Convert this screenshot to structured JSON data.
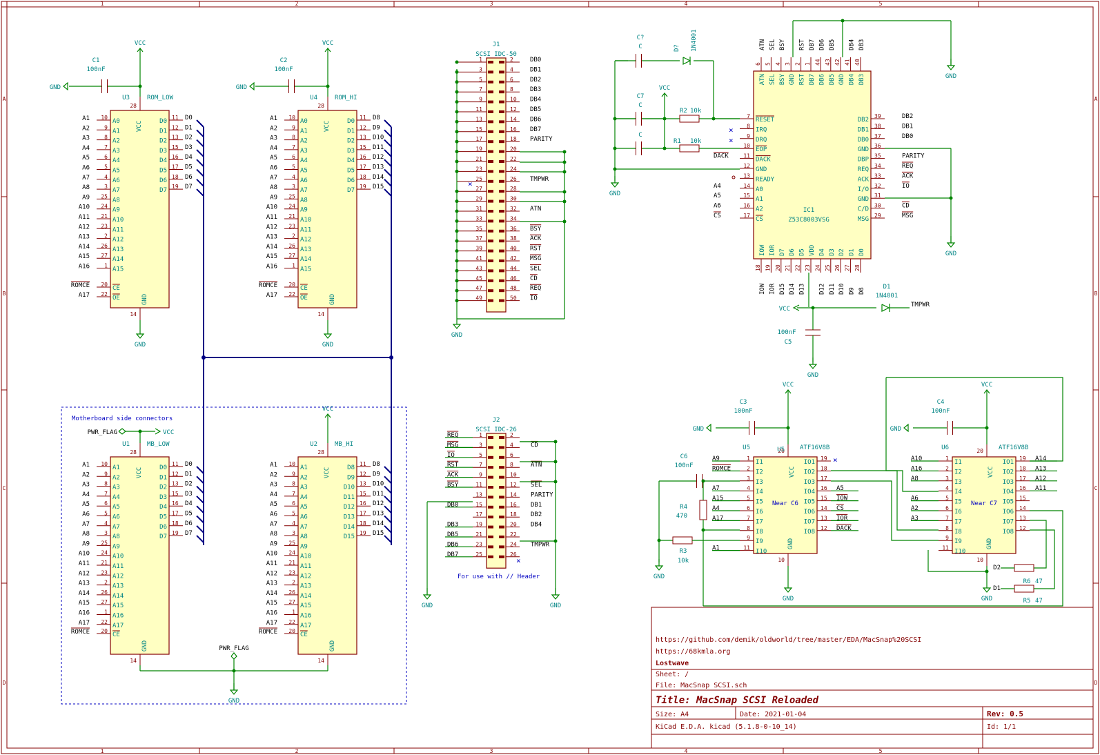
{
  "frame": {
    "cols": [
      "1",
      "2",
      "3",
      "4",
      "5"
    ],
    "rows": [
      "A",
      "B",
      "C",
      "D"
    ]
  },
  "u3": {
    "ref": "U3",
    "value": "ROM_LOW",
    "pins_in": [
      "A0",
      "A1",
      "A2",
      "A3",
      "A4",
      "A5",
      "A6",
      "A7",
      "A8",
      "A9",
      "A10",
      "A11",
      "A12",
      "A13",
      "A14",
      "A15"
    ],
    "pinnums_in": [
      "10",
      "9",
      "8",
      "7",
      "6",
      "5",
      "4",
      "3",
      "25",
      "24",
      "21",
      "23",
      "2",
      "26",
      "27",
      "1"
    ],
    "nets_in": [
      "A1",
      "A2",
      "A3",
      "A4",
      "A5",
      "A6",
      "A7",
      "A8",
      "A9",
      "A10",
      "A11",
      "A12",
      "A13",
      "A14",
      "A15",
      "A16"
    ],
    "pins_out": [
      "D0",
      "D1",
      "D2",
      "D3",
      "D4",
      "D5",
      "D6",
      "D7"
    ],
    "pinnums_out": [
      "11",
      "12",
      "13",
      "15",
      "16",
      "17",
      "18",
      "19"
    ],
    "nets_out": [
      "D0",
      "D1",
      "D2",
      "D3",
      "D4",
      "D5",
      "D6",
      "D7"
    ],
    "ce": "ROMCE",
    "oe": "A17",
    "vcc": "VCC",
    "gnd": "GND",
    "vccpin": "28",
    "gndpin": "14"
  },
  "u4": {
    "ref": "U4",
    "value": "ROM_HI",
    "nets_out": [
      "D8",
      "D9",
      "D10",
      "D11",
      "D12",
      "D13",
      "D14",
      "D15"
    ]
  },
  "u1": {
    "ref": "U1",
    "value": "MB_LOW",
    "pins_in": [
      "A1",
      "A2",
      "A3",
      "A4",
      "A5",
      "A6",
      "A7",
      "A8",
      "A9",
      "A10",
      "A11",
      "A12",
      "A13",
      "A14",
      "A15",
      "A16",
      "A17"
    ],
    "pinnums_in": [
      "10",
      "9",
      "8",
      "7",
      "6",
      "5",
      "4",
      "3",
      "25",
      "24",
      "21",
      "23",
      "2",
      "26",
      "27",
      "1",
      "22"
    ],
    "nets_in": [
      "A1",
      "A2",
      "A3",
      "A4",
      "A5",
      "A6",
      "A7",
      "A8",
      "A9",
      "A10",
      "A11",
      "A12",
      "A13",
      "A14",
      "A15",
      "A16",
      "A17"
    ]
  },
  "u2": {
    "ref": "U2",
    "value": "MB_HI",
    "pins_out": [
      "D8",
      "D9",
      "D10",
      "D11",
      "D12",
      "D13",
      "D14",
      "D15"
    ]
  },
  "caps_top": [
    {
      "ref": "C1",
      "value": "100nF"
    },
    {
      "ref": "C2",
      "value": "100nF"
    }
  ],
  "mb_note": "Motherboard side connectors",
  "pwr_flag": "PWR_FLAG",
  "j1": {
    "ref": "J1",
    "value": "SCSI IDC-50",
    "right_nets": [
      "DB0",
      "DB1",
      "DB2",
      "DB3",
      "DB4",
      "DB5",
      "DB6",
      "DB7",
      "PARITY",
      "",
      "",
      "",
      "TMPWR",
      "",
      "",
      "ATN",
      "",
      "BSY",
      "ACK",
      "RST",
      "MSG",
      "SEL",
      "CD",
      "REQ",
      "IO"
    ]
  },
  "j2": {
    "ref": "J2",
    "value": "SCSI IDC-26",
    "left_nets": [
      "REQ",
      "MSG",
      "IO",
      "RST",
      "ACK",
      "BSY",
      "",
      "DB0",
      "",
      "DB3",
      "DB5",
      "DB6",
      "DB7"
    ],
    "right_nets": [
      "",
      "CD",
      "",
      "ATN",
      "",
      "SEL",
      "PARITY",
      "DB1",
      "DB2",
      "DB4",
      "",
      "TMPWR",
      ""
    ],
    "note": "For use with // Header"
  },
  "ic1": {
    "ref": "IC1",
    "value": "Z53C8003VSG",
    "top_pins": [
      "ATN",
      "SEL",
      "BSY",
      "GND",
      "RST",
      "DB7",
      "DB6",
      "DB5",
      "GND",
      "DB4",
      "DB3"
    ],
    "top_nums": [
      "6",
      "5",
      "4",
      "3",
      "2",
      "1",
      "44",
      "43",
      "42",
      "41",
      "40"
    ],
    "top_nets": [
      "ATN",
      "SEL",
      "BSY",
      "",
      "RST",
      "DB7",
      "DB6",
      "DB5",
      "",
      "DB4",
      "DB3"
    ],
    "left_pins": [
      "RESET",
      "IRQ",
      "DRQ",
      "EOP",
      "DACK",
      "GND",
      "READY",
      "A0",
      "A1",
      "A2",
      "CS"
    ],
    "left_nums": [
      "7",
      "8",
      "9",
      "10",
      "11",
      "12",
      "13",
      "14",
      "15",
      "16",
      "17"
    ],
    "left_nets": [
      "",
      "",
      "",
      "",
      "DACK",
      "",
      "",
      "A4",
      "A5",
      "A6",
      "CS"
    ],
    "right_pins": [
      "DB2",
      "DB1",
      "DB0",
      "GND",
      "DBP",
      "REQ",
      "ACK",
      "I/O",
      "GND",
      "C/D",
      "MSG"
    ],
    "right_nums": [
      "39",
      "38",
      "37",
      "36",
      "35",
      "34",
      "33",
      "32",
      "31",
      "30",
      "29"
    ],
    "right_nets": [
      "DB2",
      "DB1",
      "DB0",
      "",
      "PARITY",
      "REQ",
      "ACK",
      "IO",
      "",
      "CD",
      "MSG"
    ],
    "bottom_pins": [
      "IOW",
      "IOR",
      "D7",
      "D6",
      "D5",
      "VDD",
      "D4",
      "D3",
      "D2",
      "D1",
      "D0"
    ],
    "bottom_nums": [
      "18",
      "19",
      "20",
      "21",
      "22",
      "23",
      "24",
      "25",
      "26",
      "27",
      "28"
    ],
    "bottom_nets": [
      "IOW",
      "IOR",
      "D15",
      "D14",
      "D13",
      "",
      "D12",
      "D11",
      "D10",
      "D9",
      "D8"
    ]
  },
  "small_parts": {
    "c_unk1": "C?",
    "c_unk1_val": "C",
    "d_unk": "D?",
    "d_unk_val": "1N4001",
    "c7": "C7",
    "c7_val": "C",
    "c8_val": "C",
    "r2": "R2",
    "r2_val": "10k",
    "r1": "R1",
    "r1_val": "10k",
    "d1": "D1",
    "d1_val": "1N4001",
    "tmpwr": "TMPWR",
    "c5": "C5",
    "c5_val": "100nF",
    "c3": "C3",
    "c3_val": "100nF",
    "c4": "C4",
    "c4_val": "100nF",
    "c6": "C6",
    "c6_val": "100nF",
    "r4": "R4",
    "r4_val": "470",
    "r3": "R3",
    "r3_val": "10k",
    "r6": "R6",
    "r6_val": "47",
    "r5": "R5",
    "r5_val": "47",
    "d2": "D2",
    "d1b": "D1"
  },
  "u5": {
    "ref": "U5",
    "value": "ATF16V8B",
    "near": "Near C6",
    "left_pins": [
      "I1",
      "I2",
      "I3",
      "I4",
      "I5",
      "I6",
      "I7",
      "I8",
      "I9",
      "I10"
    ],
    "left_nums": [
      "1",
      "2",
      "3",
      "4",
      "5",
      "6",
      "7",
      "8",
      "9",
      "11"
    ],
    "left_nets": [
      "A9",
      "ROMCE",
      "",
      "A7",
      "A15",
      "A4",
      "A17",
      "",
      "",
      "A1"
    ],
    "right_pins": [
      "IO1",
      "IO2",
      "IO3",
      "IO4",
      "IO5",
      "IO6",
      "IO7",
      "IO8"
    ],
    "right_nums": [
      "19",
      "18",
      "17",
      "16",
      "15",
      "14",
      "13",
      "12"
    ],
    "right_nets": [
      "",
      "",
      "",
      "A5",
      "IOW",
      "CS",
      "IOR",
      "DACK"
    ],
    "vccpin": "20",
    "gndpin": "10"
  },
  "u6": {
    "ref": "U6",
    "value": "ATF16V8B",
    "near": "Near C7",
    "left_nets": [
      "A10",
      "A16",
      "A8",
      "",
      "A6",
      "A2",
      "A3",
      "",
      "",
      ""
    ],
    "right_nets": [
      "A14",
      "A13",
      "A12",
      "A11",
      "",
      "",
      "",
      ""
    ]
  },
  "title_block": {
    "url1": "https://github.com/demik/oldworld/tree/master/EDA/MacSnap%20SCSI",
    "url2": "https://68kmla.org",
    "company": "Lostwave",
    "sheet": "Sheet: /",
    "file": "File: MacSnap SCSI.sch",
    "title": "Title: MacSnap SCSI Reloaded",
    "size": "Size: A4",
    "date": "Date: 2021-01-04",
    "rev": "Rev: 0.5",
    "tool": "KiCad E.D.A.  kicad (5.1.8-0-10_14)",
    "id": "Id: 1/1"
  }
}
